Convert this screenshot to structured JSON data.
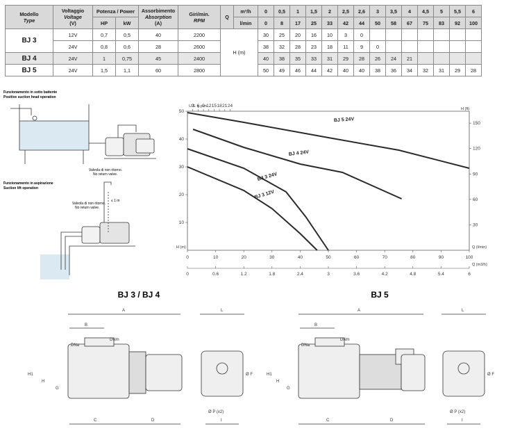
{
  "table": {
    "headers": {
      "model": "Modello",
      "model_en": "Type",
      "voltage": "Voltaggio",
      "voltage_en": "Voltage",
      "voltage_unit": "(V)",
      "power": "Potenza / Power",
      "hp": "HP",
      "kw": "kW",
      "absorption": "Assorbimento",
      "absorption_en": "Absorption",
      "absorption_unit": "(A)",
      "rpm": "Giri/min.",
      "rpm_en": "RPM",
      "q": "Q",
      "m3h": "m³/h",
      "lmin": "l/min",
      "head": "H (m)"
    },
    "flow_m3h": [
      "0",
      "0,5",
      "1",
      "1,5",
      "2",
      "2,5",
      "2,6",
      "3",
      "3,5",
      "4",
      "4,5",
      "5",
      "5,5",
      "6"
    ],
    "flow_lmin": [
      "0",
      "8",
      "17",
      "25",
      "33",
      "42",
      "44",
      "50",
      "58",
      "67",
      "75",
      "83",
      "92",
      "100"
    ],
    "rows": [
      {
        "model": "BJ 3",
        "voltage": "12V",
        "hp": "0,7",
        "kw": "0,5",
        "amp": "40",
        "rpm": "2200",
        "heads": [
          "30",
          "25",
          "20",
          "16",
          "10",
          "3",
          "0",
          "",
          "",
          "",
          "",
          "",
          "",
          ""
        ]
      },
      {
        "model": "",
        "voltage": "24V",
        "hp": "0,8",
        "kw": "0,6",
        "amp": "28",
        "rpm": "2600",
        "heads": [
          "38",
          "32",
          "28",
          "23",
          "18",
          "11",
          "9",
          "0",
          "",
          "",
          "",
          "",
          "",
          ""
        ]
      },
      {
        "model": "BJ 4",
        "voltage": "24V",
        "hp": "1",
        "kw": "0,75",
        "amp": "45",
        "rpm": "2400",
        "heads": [
          "40",
          "38",
          "35",
          "33",
          "31",
          "29",
          "28",
          "26",
          "24",
          "21",
          "",
          "",
          "",
          ""
        ]
      },
      {
        "model": "BJ 5",
        "voltage": "24V",
        "hp": "1,5",
        "kw": "1,1",
        "amp": "60",
        "rpm": "2800",
        "heads": [
          "50",
          "49",
          "46",
          "44",
          "42",
          "40",
          "40",
          "38",
          "36",
          "34",
          "32",
          "31",
          "29",
          "28"
        ]
      }
    ]
  },
  "installation": {
    "positive_title_it": "Funzionamento in sotto battente",
    "positive_title_en": "Positive suction head operation",
    "valve_it": "Valvola di non ritorno.",
    "valve_en": "No return valve.",
    "lift_title_it": "Funzionamento in aspirazione",
    "lift_title_en": "Suction lift operation",
    "lift_height": "≤ 1 m"
  },
  "chart_data": {
    "type": "line",
    "x": [
      0,
      10,
      20,
      30,
      40,
      50,
      60,
      70,
      80,
      90,
      100
    ],
    "xlabel": "Q (l/min)",
    "x2_ticks": [
      "0",
      "0.6",
      "1.2",
      "1.8",
      "2.4",
      "3",
      "3.6",
      "4.2",
      "4.8",
      "5.4",
      "6"
    ],
    "x2label": "Q (m3/h)",
    "xtop_ticks": [
      "3",
      "6",
      "9",
      "12",
      "15",
      "18",
      "21",
      "24"
    ],
    "xtop_label": "U.S. g.p.m.",
    "ylabel": "H (m)",
    "ylim": [
      0,
      50
    ],
    "yticks": [
      "10",
      "20",
      "30",
      "40",
      "50"
    ],
    "y2_ticks": [
      "30",
      "60",
      "90",
      "120",
      "150"
    ],
    "y2label": "H (ft)",
    "series": [
      {
        "name": "BJ 5 24V",
        "points": [
          [
            0,
            49.5
          ],
          [
            20,
            46
          ],
          [
            50,
            40.5
          ],
          [
            75,
            36
          ],
          [
            100,
            29.5
          ]
        ]
      },
      {
        "name": "BJ 4 24V",
        "points": [
          [
            2,
            43.5
          ],
          [
            20,
            37
          ],
          [
            40,
            31
          ],
          [
            55,
            28
          ],
          [
            76,
            18.5
          ]
        ]
      },
      {
        "name": "BJ 3 24V",
        "points": [
          [
            0,
            36.5
          ],
          [
            20,
            29.5
          ],
          [
            35,
            21
          ],
          [
            42,
            12
          ],
          [
            50,
            0
          ]
        ]
      },
      {
        "name": "BJ 3 12V",
        "points": [
          [
            0,
            30
          ],
          [
            20,
            21.5
          ],
          [
            30,
            15
          ],
          [
            40,
            6
          ],
          [
            46,
            0
          ]
        ]
      }
    ]
  },
  "dimensions": {
    "title_left": "BJ 3 / BJ 4",
    "title_right": "BJ 5",
    "labels": {
      "A": "A",
      "B": "B",
      "C": "C",
      "D": "D",
      "L": "L",
      "I": "I",
      "H": "H",
      "H1": "H1",
      "G": "G",
      "F": "Ø F",
      "DNa": "DNa",
      "DNm": "DNm",
      "P": "Ø P (x2)"
    }
  },
  "colors": {
    "header_bg": "#d9d9d9",
    "curve": "#2a2a2a",
    "water": "#dbe9f2"
  }
}
